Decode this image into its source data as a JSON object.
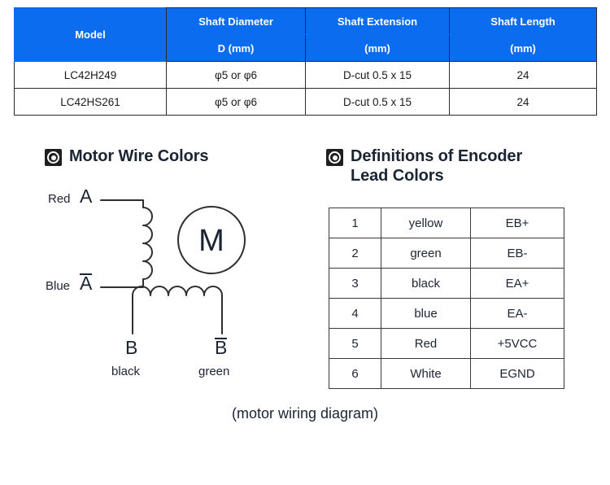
{
  "spec_table": {
    "headers_row1": [
      "Model",
      "Shaft Diameter",
      "Shaft Extension",
      "Shaft Length"
    ],
    "headers_row2": [
      "D (mm)",
      "(mm)",
      "(mm)"
    ],
    "header_bg": "#0b6cf0",
    "header_color": "#ffffff",
    "rows": [
      {
        "model": "LC42H249",
        "shaft_diameter": "φ5 or φ6",
        "shaft_extension": "D-cut 0.5 x 15",
        "shaft_length": "24"
      },
      {
        "model": "LC42HS261",
        "shaft_diameter": "φ5 or φ6",
        "shaft_extension": "D-cut 0.5 x 15",
        "shaft_length": "24"
      }
    ]
  },
  "motor_section": {
    "icon": "circled-dot-bullet-icon",
    "heading": "Motor Wire Colors",
    "diagram": {
      "phase_a_wire_color": "Red",
      "phase_a_label": "A",
      "phase_a_bar_label": "Ā",
      "phase_a_bar_base": "A",
      "phase_a_bar_wire_color": "Blue",
      "motor_symbol": "M",
      "phase_b_label": "B",
      "phase_b_bar_base": "B",
      "phase_b_wire_color": "black",
      "phase_b_bar_wire_color": "green"
    }
  },
  "encoder_section": {
    "icon": "circled-dot-bullet-icon",
    "heading": "Definitions of Encoder Lead Colors",
    "heading_line1": "Definitions of Encoder",
    "heading_line2": "Lead Colors",
    "table": {
      "rows": [
        {
          "pin": "1",
          "color": "yellow",
          "signal": "EB+"
        },
        {
          "pin": "2",
          "color": "green",
          "signal": "EB-"
        },
        {
          "pin": "3",
          "color": "black",
          "signal": "EA+"
        },
        {
          "pin": "4",
          "color": "blue",
          "signal": "EA-"
        },
        {
          "pin": "5",
          "color": "Red",
          "signal": "+5VCC"
        },
        {
          "pin": "6",
          "color": "White",
          "signal": "EGND"
        }
      ]
    }
  },
  "caption": "(motor wiring diagram)"
}
